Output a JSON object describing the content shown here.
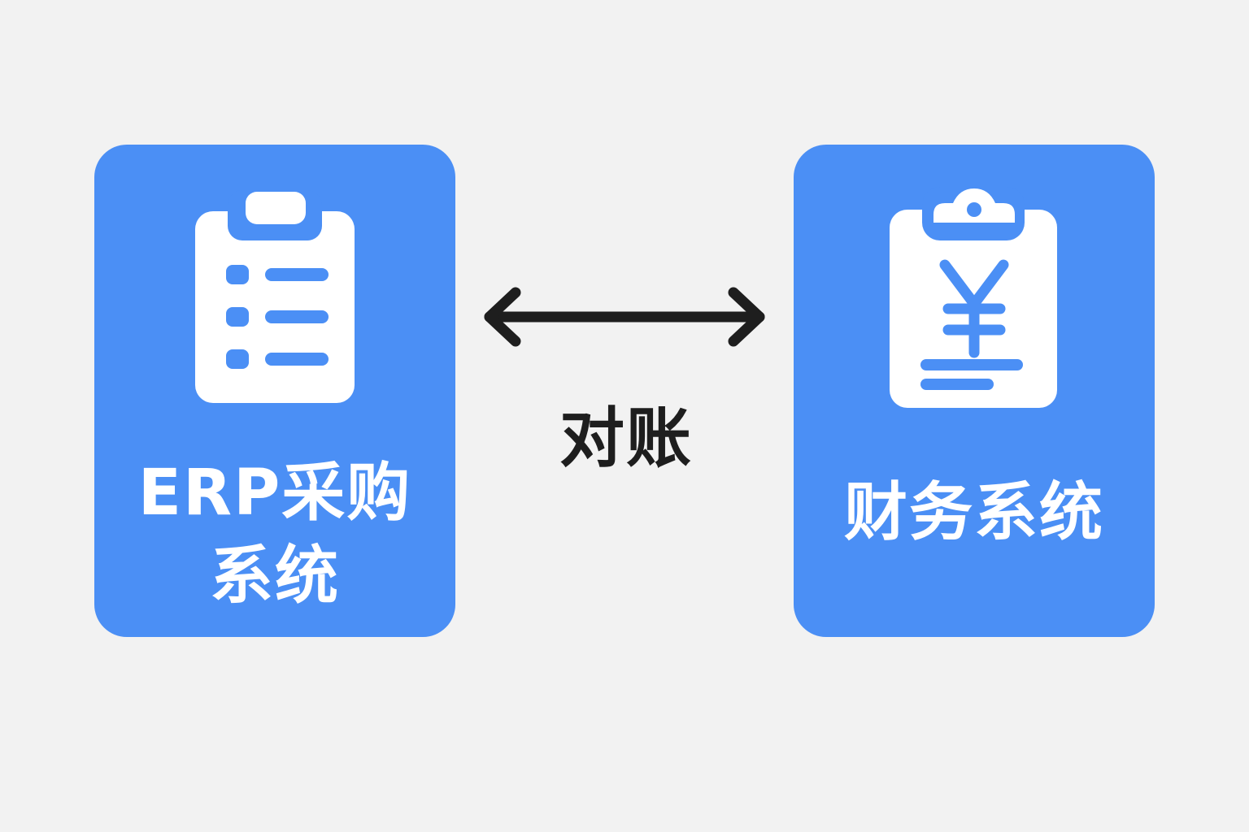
{
  "colors": {
    "background": "#f2f2f2",
    "card": "#4b8ff5",
    "icon": "#ffffff",
    "label": "#ffffff",
    "arrow": "#1e1e1e"
  },
  "left_system": {
    "label_line1": "ERP采购",
    "label_line2": "系统",
    "icon": "clipboard-list-icon"
  },
  "right_system": {
    "label": "财务系统",
    "icon": "clipboard-yen-icon"
  },
  "link": {
    "label": "对账",
    "icon": "double-arrow-icon",
    "direction": "bidirectional"
  }
}
